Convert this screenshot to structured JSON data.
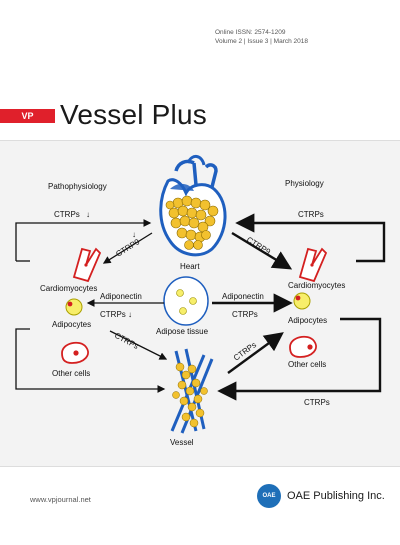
{
  "header": {
    "issn": "Online ISSN: 2574-1209",
    "volume": "Volume 2 | Issue 3 | March 2018"
  },
  "masthead": {
    "badge": "VP",
    "title": "Vessel Plus"
  },
  "figure": {
    "left_heading": "Pathophysiology",
    "right_heading": "Physiology",
    "heart": "Heart",
    "adipose": "Adipose tissue",
    "vessel": "Vessel",
    "left_cardio": "Cardiomyocytes",
    "left_adipo": "Adipocytes",
    "left_other": "Other cells",
    "right_cardio": "Cardiomyocytes",
    "right_adipo": "Adipocytes",
    "right_other": "Other cells",
    "ctrps_top_left": "CTRPs",
    "ctrps_top_right": "CTRPs",
    "ctrps_bottom_right": "CTRPs",
    "ctrp9_left": "CTRP9",
    "ctrp9_right": "CTRP9",
    "adiponectin_left": "Adiponectin",
    "adiponectin_right": "Adiponectin",
    "ctrps_mid_left": "CTRPs",
    "ctrps_mid_right": "CTRPs",
    "ctrps_diag_left": "CTRPs",
    "ctrps_diag_right": "CTRPs",
    "down_arrow": "↓",
    "colors": {
      "heart_blue": "#1f5fbf",
      "fat_yellow": "#f2c12e",
      "cell_red": "#d42020",
      "adipocyte_yellow": "#f7ee6a"
    }
  },
  "footer": {
    "url": "www.vpjournal.net",
    "logo_text": "OAE",
    "publisher": "OAE Publishing Inc."
  }
}
